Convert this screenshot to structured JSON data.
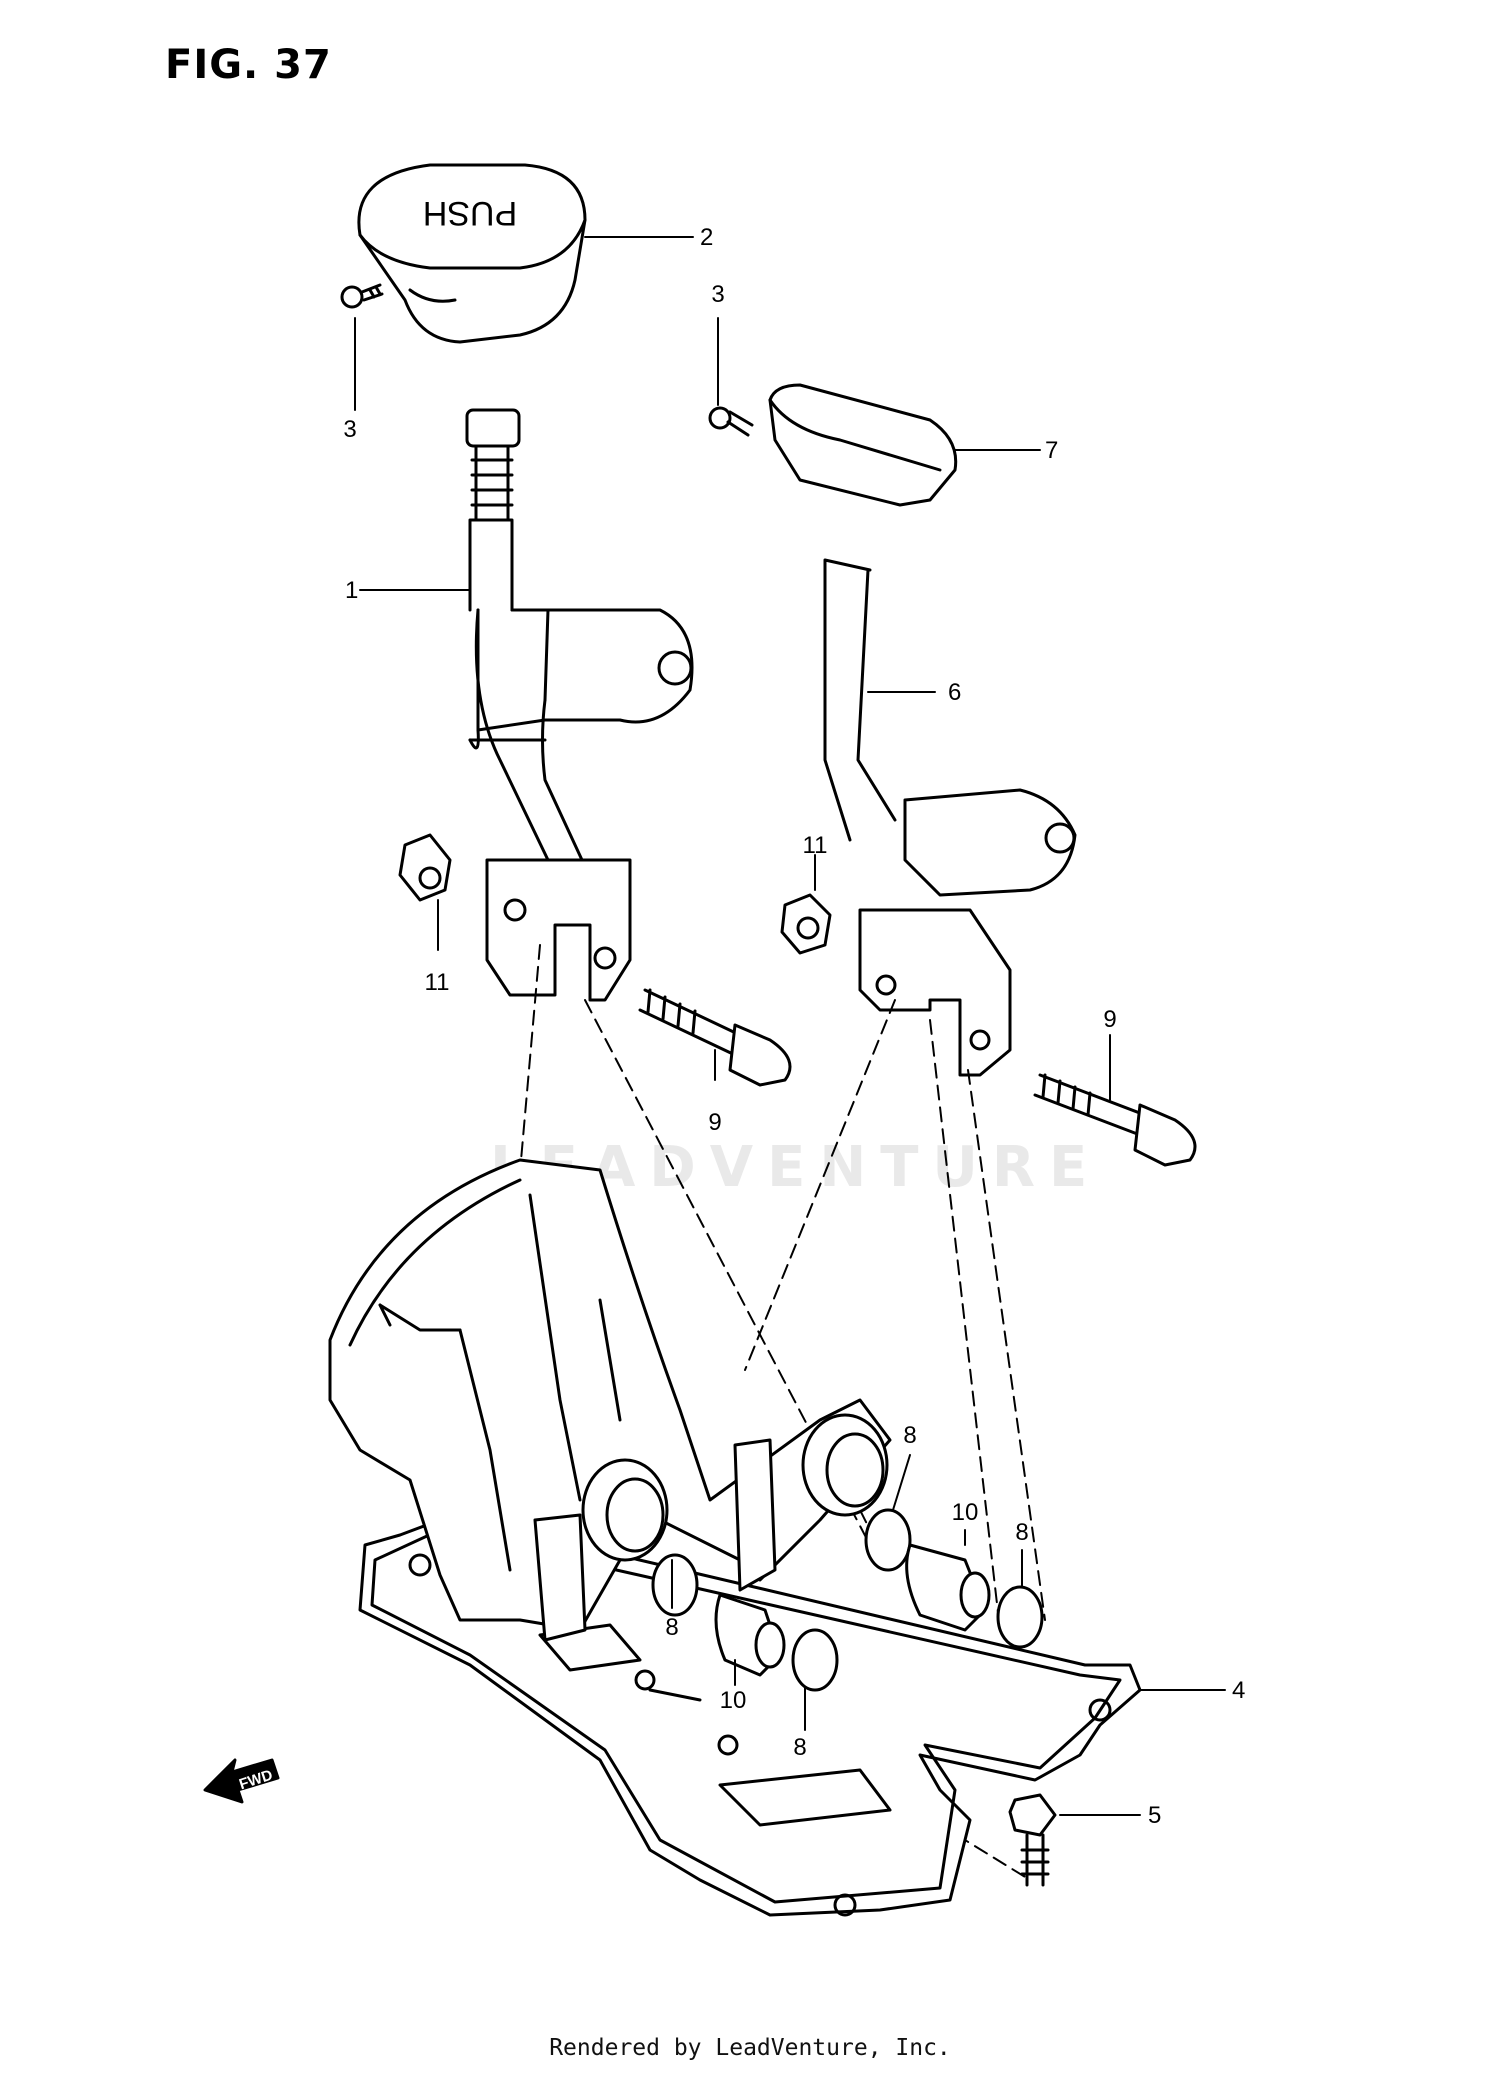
{
  "figure": {
    "title": "FIG. 37"
  },
  "watermark": "LEADVENTURE",
  "knob_text": "PUSH",
  "direction_label": "FWD",
  "footer": "Rendered by LeadVenture, Inc.",
  "callouts": {
    "c1": "1",
    "c2": "2",
    "c3a": "3",
    "c3b": "3",
    "c4": "4",
    "c5": "5",
    "c6": "6",
    "c7": "7",
    "c8a": "8",
    "c8b": "8",
    "c8c": "8",
    "c8d": "8",
    "c9a": "9",
    "c9b": "9",
    "c10a": "10",
    "c10b": "10",
    "c11a": "11",
    "c11b": "11"
  }
}
